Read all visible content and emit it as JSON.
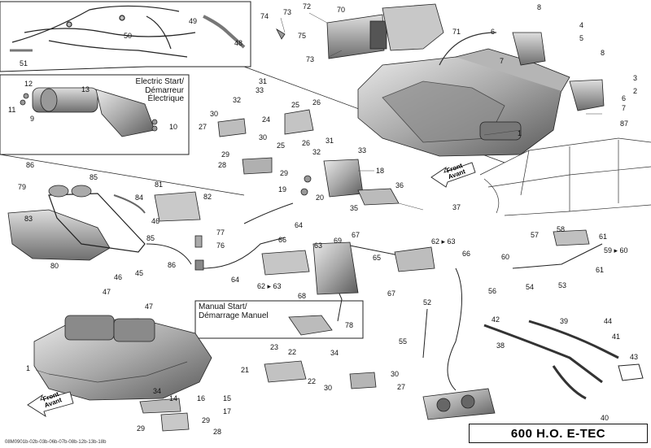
{
  "title": "600 H.O. E-TEC",
  "document_ref": "08M0901b-02b-03b-06b-07b-08b-12b-13b-18b",
  "electric_start_label": "Electric Start/\nDémarreur\nÉlectrique",
  "manual_start_label": "Manual Start/\nDémarrage Manuel",
  "front_label": "Front\nAvant",
  "callouts": [
    "72",
    "73",
    "70",
    "74",
    "75",
    "71",
    "73",
    "8",
    "4",
    "5",
    "6",
    "7",
    "8",
    "3",
    "2",
    "6",
    "7",
    "49",
    "50",
    "48",
    "51",
    "12",
    "13",
    "11",
    "9",
    "10",
    "31",
    "32",
    "33",
    "25",
    "26",
    "30",
    "24",
    "27",
    "30",
    "25",
    "26",
    "31",
    "32",
    "33",
    "28",
    "29",
    "29",
    "18",
    "19",
    "20",
    "1",
    "87",
    "86",
    "79",
    "85",
    "81",
    "84",
    "82",
    "83",
    "46",
    "64",
    "36",
    "35",
    "37",
    "62 ▸ 63",
    "77",
    "76",
    "85",
    "86",
    "66",
    "63",
    "69",
    "67",
    "65",
    "66",
    "45",
    "80",
    "64",
    "62 ▸ 63",
    "68",
    "67",
    "57",
    "58",
    "61",
    "59 ▸ 60",
    "60",
    "61",
    "54",
    "53",
    "46",
    "47",
    "47",
    "56",
    "52",
    "42",
    "39",
    "44",
    "41",
    "43",
    "55",
    "38",
    "40",
    "78",
    "23",
    "22",
    "34",
    "21",
    "22",
    "30",
    "27",
    "30",
    "1",
    "34",
    "14",
    "16",
    "15",
    "17",
    "29",
    "29",
    "28"
  ],
  "colors": {
    "line": "#1a1a1a",
    "part_fill": "#cfcfcf",
    "part_dark": "#7a7a7a"
  }
}
